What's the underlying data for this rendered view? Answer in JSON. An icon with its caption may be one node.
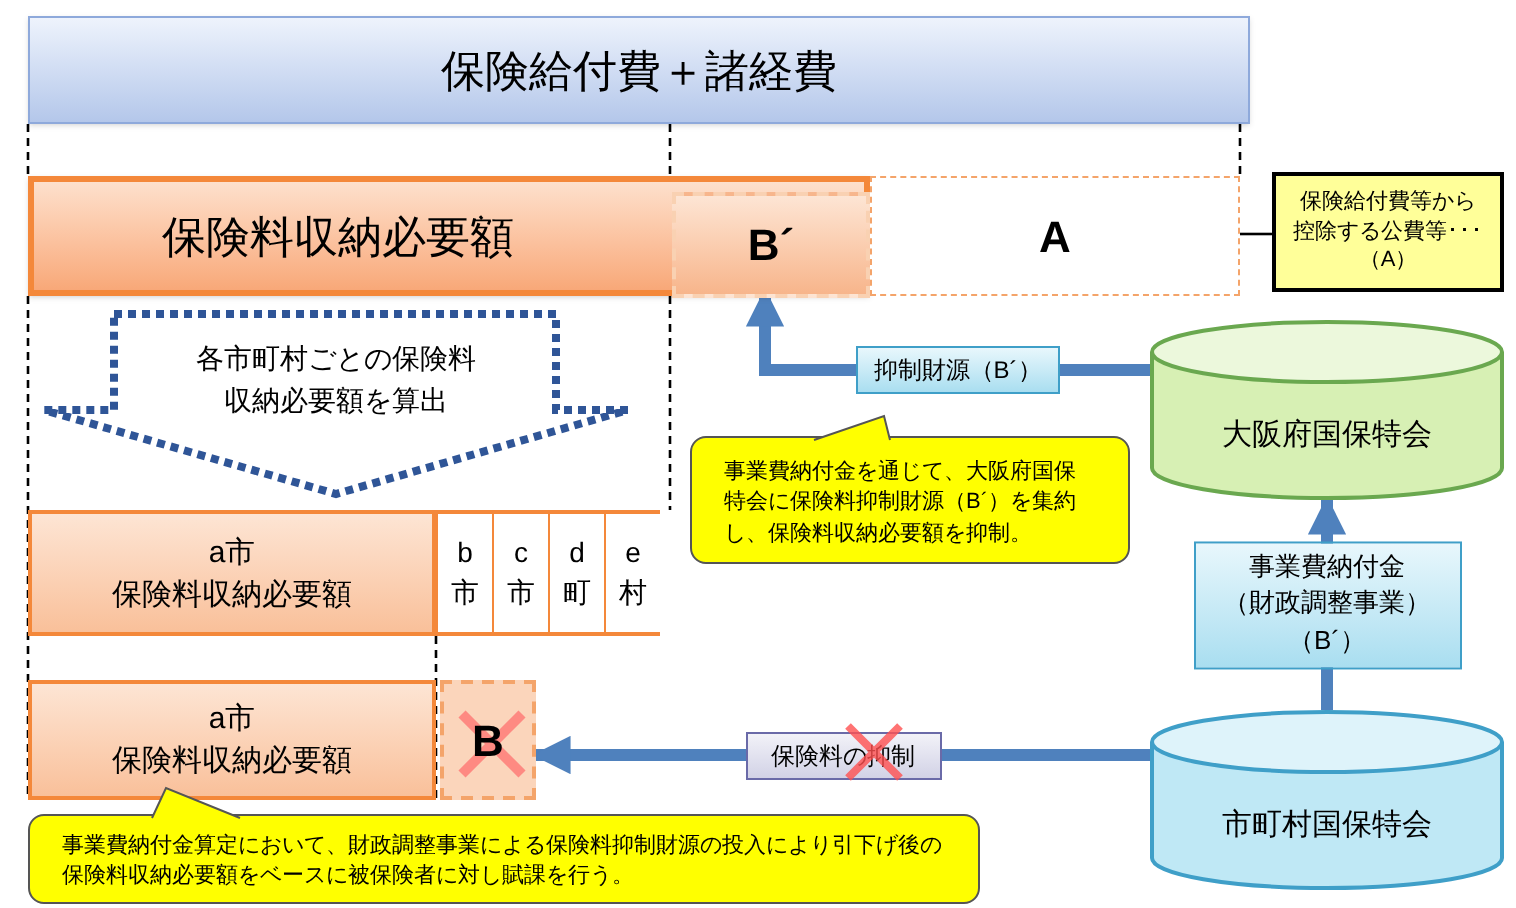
{
  "diagram": {
    "nodes": [
      {
        "text": [
          "保険給付費＋諸経費"
        ]
      },
      {
        "text": [
          "保険料収納必要額"
        ]
      },
      {
        "text": [
          "B´"
        ],
        "in": 1
      },
      {
        "text": [
          "A"
        ]
      },
      {
        "text": [
          "保険給付費等から控除する公費等･･･（A）"
        ]
      },
      {
        "text": [
          "各市町村ごとの保険料収納必要額を算出"
        ]
      },
      {
        "text": [
          "a市",
          "保険料収納必要額"
        ]
      },
      {
        "text": [
          "b市"
        ]
      },
      {
        "text": [
          "c市"
        ]
      },
      {
        "text": [
          "d町"
        ]
      },
      {
        "text": [
          "e村"
        ]
      },
      {
        "text": [
          "a市",
          "保険料収納必要額"
        ]
      },
      {
        "text": [
          "B"
        ]
      },
      {
        "text": [
          "事業費納付金算定において、財政調整事業による保険料抑制財源の投入により引下げ後の保険料収納必要額をベースに被保険者に対し賦課を行う。"
        ]
      },
      {
        "text": [
          "大阪府国保特会"
        ]
      },
      {
        "text": [
          "事業費納付金を通じて、大阪府国保特会に保険料抑制財源（B´）を集約し、保険料収納必要額を抑制。"
        ]
      },
      {
        "text": [
          "市町村国保特会"
        ]
      }
    ],
    "edges": [
      {
        "from": 14,
        "to": 2,
        "arrow": "to",
        "label": "抑制財源（B´）"
      },
      {
        "from": 16,
        "to": 14,
        "arrow": "to",
        "label": "事業費納付金（財政調整事業）（B´）"
      },
      {
        "from": 16,
        "to": 12,
        "arrow": "to",
        "label": "保険料の抑制"
      },
      {
        "from": 4,
        "to": 3,
        "arrow": "none",
        "color": "#000000"
      }
    ]
  }
}
